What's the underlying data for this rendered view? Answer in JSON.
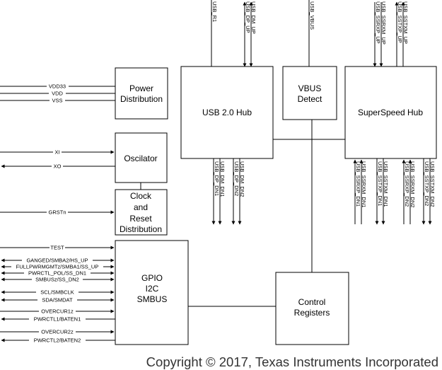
{
  "blocks": {
    "power": [
      "Power",
      "Distribution"
    ],
    "usb2": "USB 2.0 Hub",
    "vbus": [
      "VBUS",
      "Detect"
    ],
    "superspeed": "SuperSpeed Hub",
    "oscillator": "Oscilator",
    "clock": [
      "Clock",
      "and",
      "Reset",
      "Distribution"
    ],
    "gpio": [
      "GPIO",
      "I2C",
      "SMBUS"
    ],
    "control": [
      "Control",
      "Registers"
    ]
  },
  "signals": {
    "top": {
      "usb_r1": "USB_R1",
      "usb_dm_up": "USB_DM_UP",
      "usb_dp_up": "USB_DP_UP",
      "usb_vbus": "USB_VBUS",
      "ssrxm_up": "USB_SSRXM_UP",
      "ssrxp_up": "USB_SSRXP_UP",
      "sstxm_up": "USB_SSTXM_UP",
      "sstxp_up": "USB_SSTXP_UP"
    },
    "power": {
      "vdd33": "VDD33",
      "vdd": "VDD",
      "vss": "VSS"
    },
    "clock": {
      "xi": "XI",
      "xo": "XO",
      "grstn": "GRSTn"
    },
    "gpio": {
      "test": "TEST",
      "ganged": "GANGED/SMBA2/HS_UP",
      "fullpwr": "FULLPWRMGMTz/SMBA1/SS_UP",
      "pwrctl_pol": "PWRCTL_POL/SS_DN1",
      "smbusz": "SMBUSz/SS_DN2",
      "scl": "SCL/SMBCLK",
      "sda": "SDA/SMDAT",
      "overcur1": "OVERCUR1z",
      "pwrctl1": "PWRCTL1/BATEN1",
      "overcur2": "OVERCUR2z",
      "pwrctl2": "PWRCTL2/BATEN2"
    },
    "bottom_usb2": {
      "dm_dn1": "USB_DM_DN1",
      "dp_dn1": "USB_DP_DN1",
      "dm_dn2": "USB_DM_DN2",
      "dp_dn2": "USB_DP_DN2"
    },
    "bottom_ss": {
      "ssrxm_dn1": "USB_SSRXM_DN1",
      "ssrxp_dn1": "USB_SSRXP_DN1",
      "sstxm_dn1": "USB_SSTXM_DN1",
      "sstxp_dn1": "USB_SSTXP_DN1",
      "ssrxm_dn2": "USB_SSRXM_DN2",
      "ssrxp_dn2": "USB_SSRXP_DN2",
      "sstxm_dn2": "USB_SSTXM_DN2",
      "sstxp_dn2": "USB_SSTXP_DN2"
    }
  },
  "copyright": "Copyright © 2017, Texas Instruments Incorporated"
}
